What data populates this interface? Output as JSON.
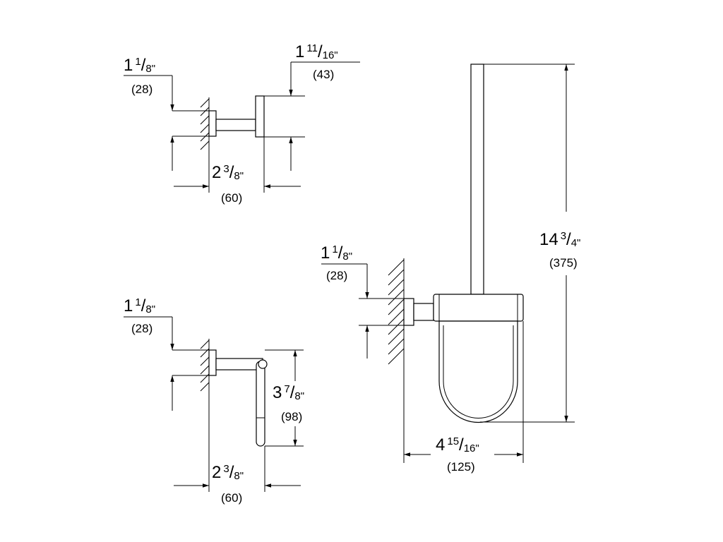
{
  "hook": {
    "height": {
      "whole": "1",
      "num": "1",
      "den": "8\"",
      "mm": "(28)"
    },
    "projection": {
      "whole": "1",
      "num": "11",
      "den": "16\"",
      "mm": "(43)"
    },
    "depth": {
      "whole": "2",
      "num": "3",
      "den": "8\"",
      "mm": "(60)"
    }
  },
  "paper_holder": {
    "height": {
      "whole": "1",
      "num": "1",
      "den": "8\"",
      "mm": "(28)"
    },
    "length": {
      "whole": "3",
      "num": "7",
      "den": "8\"",
      "mm": "(98)"
    },
    "depth": {
      "whole": "2",
      "num": "3",
      "den": "8\"",
      "mm": "(60)"
    }
  },
  "brush_set": {
    "height": {
      "whole": "1",
      "num": "1",
      "den": "8\"",
      "mm": "(28)"
    },
    "total_height": {
      "whole": "14",
      "num": "3",
      "den": "4\"",
      "mm": "(375)"
    },
    "width": {
      "whole": "4",
      "num": "15",
      "den": "16\"",
      "mm": "(125)"
    }
  },
  "colors": {
    "line": "#000000",
    "background": "#ffffff"
  }
}
